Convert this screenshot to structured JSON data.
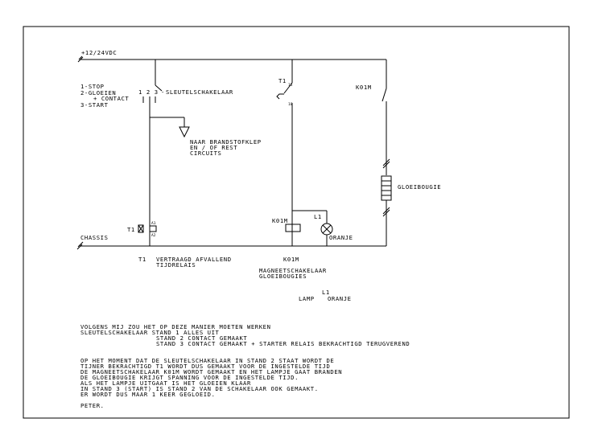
{
  "supply_label": "+12/24VDC",
  "modes": [
    "1-STOP",
    "2-GLOEIEN",
    "+ CONTACT",
    "3-START"
  ],
  "switch": {
    "positions": "1 2 3",
    "label": "SLEUTELSCHAKELAAR"
  },
  "fuel_valve_label": [
    "NAAR BRANDSTOFKLEP",
    "EN / OF REST",
    "CIRCUITS"
  ],
  "chassis_label": "CHASSIS",
  "t1": {
    "tag": "T1",
    "pin_top": "15",
    "pin_bottom": "18",
    "coil_a": "A1",
    "coil_b": "A2"
  },
  "k01m_tag": "K01M",
  "lamp": {
    "tag": "L1",
    "color": "ORANJE"
  },
  "glow_plug_label": "GLOEIBOUGIE",
  "legend": {
    "t1_tag": "T1",
    "t1_desc": [
      "VERTRAAGD AFVALLEND",
      "TIJDRELAIS"
    ],
    "k01m_tag": "K01M",
    "k01m_desc": [
      "MAGNEETSCHAKELAAR",
      "GLOEIBOUGIES"
    ],
    "lamp_word": "LAMP",
    "lamp_tag": "L1",
    "lamp_color": "ORANJE"
  },
  "stand_block": [
    "VOLGENS MIJ ZOU HET OP DEZE MANIER MOETEN WERKEN",
    "SLEUTELSCHAKELAAR  STAND 1  ALLES UIT",
    "STAND 2  CONTACT GEMAAKT",
    "STAND 3  CONTACT GEMAAKT + STARTER RELAIS BEKRACHTIGD  TERUGVEREND"
  ],
  "explanation": [
    "OP HET MOMENT DAT DE SLEUTELSCHAKELAAR IN STAND 2 STAAT WORDT DE",
    "TIJNER BEKRACHTIGD  T1 WORDT DUS GEMAAKT VOOR DE INGESTELDE TIJD",
    "DE MAGNEETSCHAKELAAR K01M WORDT GEMAAKT EN HET LAMPJE GAAT BRANDEN",
    "DE GLOEIBOUGIE KRIJGT SPANNING VOOR DE INGESTELDE TIJD.",
    "ALS HET LAMPJE UITGAAT IS HET GLOEIEN KLAAR",
    "IN STAND 3 (START) IS STAND 2 VAN DE SCHAKELAAR OOK GEMAAKT.",
    "ER WORDT DUS MAAR 1 KEER GEGLOEID."
  ],
  "signature": "PETER."
}
